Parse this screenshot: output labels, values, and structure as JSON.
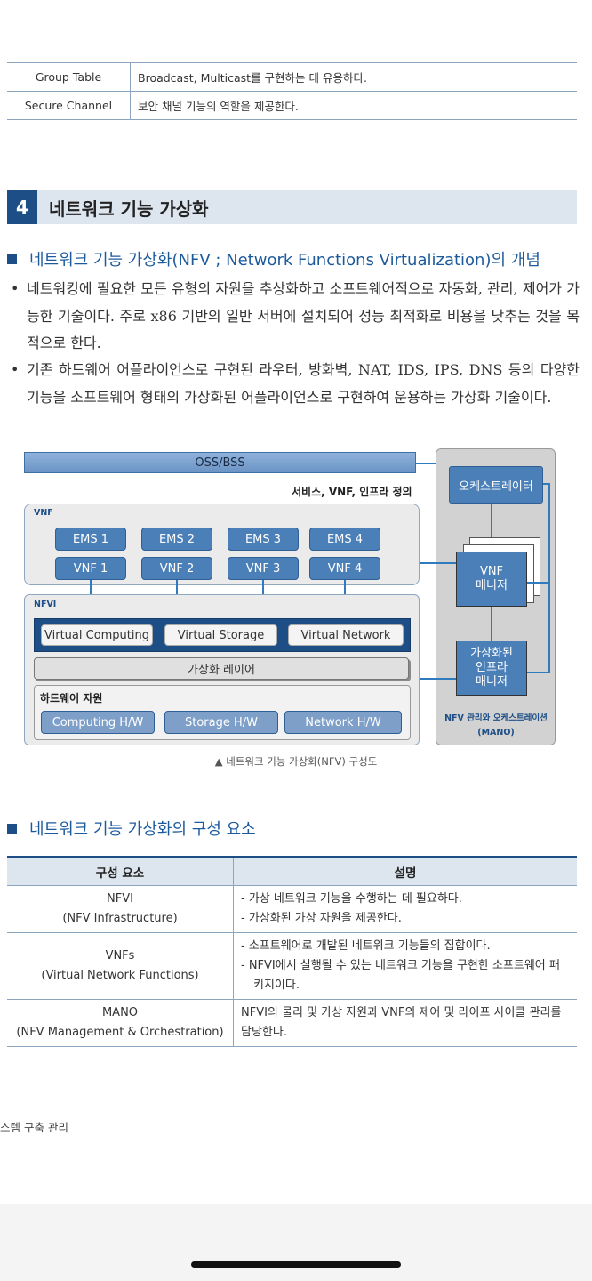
{
  "top_table": {
    "rows": [
      {
        "key": "Group Table",
        "value": "Broadcast, Multicast를 구현하는 데 유용하다."
      },
      {
        "key": "Secure Channel",
        "value": "보안 채널 기능의 역할을 제공한다."
      }
    ]
  },
  "section": {
    "number": "4",
    "title": "네트워크 기능 가상화"
  },
  "subheading1": "네트워크 기능 가상화(NFV ; Network Functions Virtualization)의 개념",
  "bullets": [
    {
      "dot": "•",
      "text": "네트워킹에 필요한 모든 유형의 자원을 추상화하고 소프트웨어적으로 자동화, 관리, 제어가 가능한 기술이다. 주로 x86 기반의 일반 서버에 설치되어 성능 최적화로 비용을 낮추는 것을 목적으로 한다."
    },
    {
      "dot": "•",
      "text": "기존 하드웨어 어플라이언스로 구현된 라우터, 방화벽, NAT, IDS, IPS, DNS 등의 다양한 기능을 소프트웨어 형태의 가상화된 어플라이언스로 구현하여 운용하는 가상화 기술이다."
    }
  ],
  "diagram": {
    "oss": "OSS/BSS",
    "service_def": "서비스, VNF, 인프라 정의",
    "vnf_label": "VNF",
    "ems": [
      "EMS 1",
      "EMS 2",
      "EMS 3",
      "EMS 4"
    ],
    "vnfs": [
      "VNF 1",
      "VNF 2",
      "VNF 3",
      "VNF 4"
    ],
    "nfvi_label": "NFVI",
    "virtual": [
      "Virtual Computing",
      "Virtual Storage",
      "Virtual Network"
    ],
    "virt_layer": "가상화 레이어",
    "hw_title": "하드웨어 자원",
    "hw": [
      "Computing H/W",
      "Storage H/W",
      "Network H/W"
    ],
    "orchestrator": "오케스트레이터",
    "vnf_manager": [
      "VNF",
      "매니저"
    ],
    "vim": [
      "가상화된",
      "인프라",
      "매니저"
    ],
    "mano_label": [
      "NFV 관리와 오케스트레이션",
      "(MANO)"
    ],
    "caption": "▲ 네트워크 기능 가상화(NFV) 구성도"
  },
  "subheading2": "네트워크 기능 가상화의 구성 요소",
  "component_table": {
    "headers": [
      "구성 요소",
      "설명"
    ],
    "rows": [
      {
        "key": [
          "NFVI",
          "(NFV Infrastructure)"
        ],
        "items": [
          "- 가상 네트워크 기능을 수행하는 데 필요하다.",
          "- 가상화된 가상 자원을 제공한다."
        ]
      },
      {
        "key": [
          "VNFs",
          "(Virtual Network Functions)"
        ],
        "items": [
          "- 소프트웨어로 개발된 네트워크 기능들의 집합이다.",
          "- NFVI에서 실행될 수 있는 네트워크 기능을 구현한 소프트웨어 패키지이다."
        ]
      },
      {
        "key": [
          "MANO",
          "(NFV Management & Orchestration)"
        ],
        "items": [
          "NFVI의 물리 및 가상 자원과 VNF의 제어 및 라이프 사이클 관리를 담당한다."
        ]
      }
    ]
  },
  "footer": "스템 구축 관리",
  "colors": {
    "accent": "#1d4e86",
    "light": "#dde6ef",
    "button": "#4a7fb8"
  }
}
